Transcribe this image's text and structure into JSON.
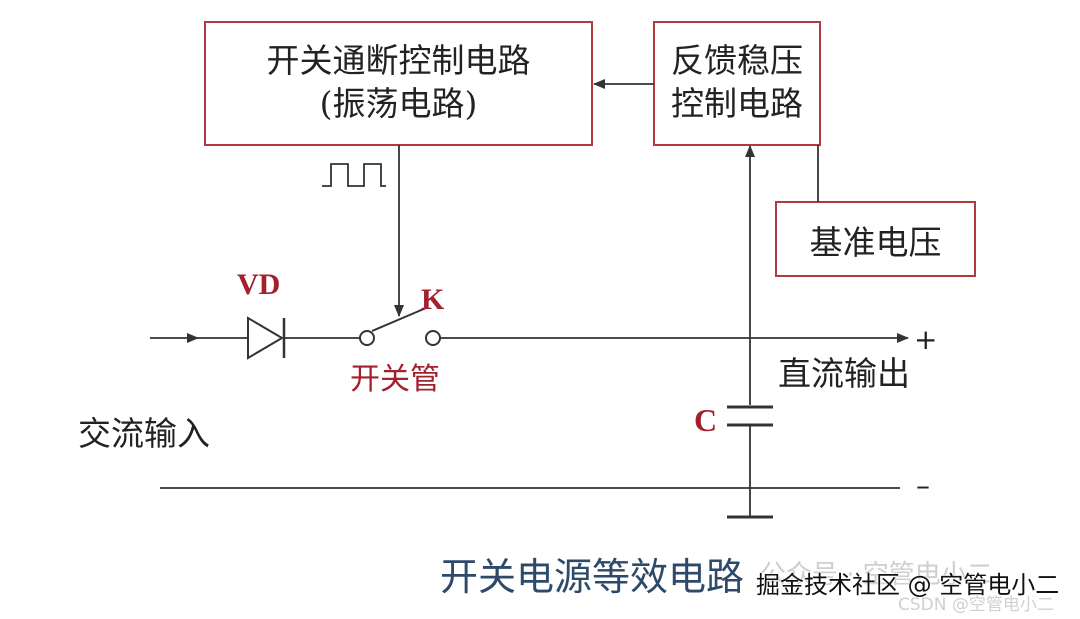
{
  "diagram": {
    "switch_control_box": {
      "line1": "开关通断控制电路",
      "line2": "(振荡电路)"
    },
    "feedback_box": {
      "line1": "反馈稳压",
      "line2": "控制电路"
    },
    "reference_box": {
      "label": "基准电压"
    },
    "diode_label": "VD",
    "switch_label": "K",
    "switch_tube_label": "开关管",
    "capacitor_label": "C",
    "dc_output_label": "直流输出",
    "plus_label": "+",
    "minus_label": "–",
    "ac_input_label": "交流输入",
    "caption": "开关电源等效电路"
  },
  "watermarks": {
    "wechat": "公众号 · 空管电小二",
    "juejin": "掘金技术社区 @ 空管电小二",
    "csdn": "CSDN @空管电小二"
  },
  "colors": {
    "box_border": "#b23a3f",
    "accent_text": "#a3202d",
    "caption": "#2d4a6b",
    "line": "#333333"
  }
}
